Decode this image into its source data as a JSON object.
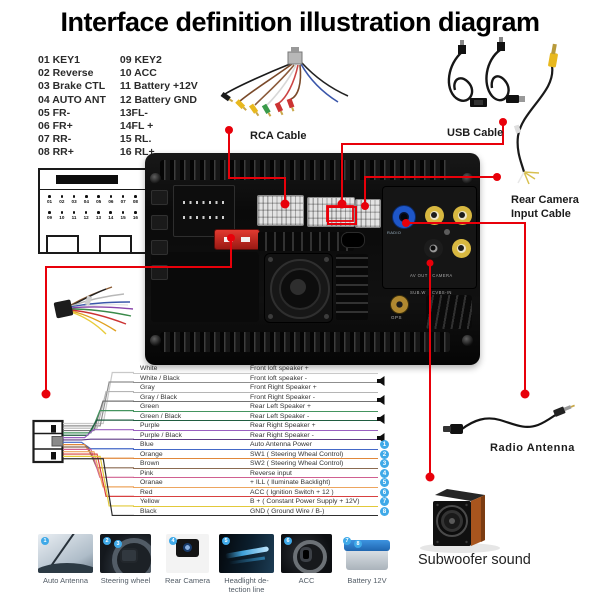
{
  "title": "Interface definition illustration diagram",
  "pin_list": {
    "left": [
      "01 KEY1",
      "02 Reverse",
      "03 Brake CTL",
      "04 AUTO ANT",
      "05 FR-",
      "06 FR+",
      "07 RR-",
      "08 RR+"
    ],
    "right": [
      "09 KEY2",
      "10 ACC",
      "11 Battery +12V",
      "12 Battery GND",
      "13FL-",
      "14FL +",
      "15 RL.",
      "16 RL+"
    ]
  },
  "iso_connector": {
    "row1": [
      "01",
      "02",
      "03",
      "04",
      "05",
      "06",
      "07",
      "08"
    ],
    "row2": [
      "09",
      "10",
      "11",
      "12",
      "13",
      "14",
      "15",
      "16"
    ]
  },
  "cables": {
    "rca_label": "RCA Cable",
    "usb_label": "USB Cable",
    "rear_camera_label_line1": "Rear Camera",
    "rear_camera_label_line2": "Input Cable",
    "radio_antenna_label": "Radio Antenna",
    "subwoofer_label": "Subwoofer sound"
  },
  "unit": {
    "radio_jack_label": "RADIO",
    "jack_text_line1": "AV OUT   CAMERA",
    "jack_text_line2": "SUB.W    CVBS-IN",
    "gps_label": "GPS"
  },
  "wires": [
    {
      "name": "White",
      "function": "Front loft speaker +",
      "color": "#c9c9c9",
      "tail": "none"
    },
    {
      "name": "White / Black",
      "function": "Front loft speaker -",
      "color": "#8f8f8f",
      "tail": "speaker"
    },
    {
      "name": "Gray",
      "function": "Front Right Speaker +",
      "color": "#b5b5b5",
      "tail": "none"
    },
    {
      "name": "Gray / Black",
      "function": "Front Right Speaker -",
      "color": "#737373",
      "tail": "speaker"
    },
    {
      "name": "Green",
      "function": "Rear Left Speaker +",
      "color": "#44945f",
      "tail": "none"
    },
    {
      "name": "Green / Black",
      "function": "Rear Left Speaker -",
      "color": "#1f5c40",
      "tail": "speaker"
    },
    {
      "name": "Purple",
      "function": "Rear Right Speaker +",
      "color": "#9a5fc0",
      "tail": "none"
    },
    {
      "name": "Purple / Black",
      "function": "Rear Right Speaker -",
      "color": "#5e3a85",
      "tail": "speaker"
    },
    {
      "name": "Blue",
      "function": "Auto Antenna Power",
      "color": "#4468c8",
      "tail": "badge",
      "badge": "1"
    },
    {
      "name": "Orange",
      "function": "SW1 ( Steering Wheal Control)",
      "color": "#e0873a",
      "tail": "badge",
      "badge": "2"
    },
    {
      "name": "Brown",
      "function": "SW2 ( Steering Wheal Control)",
      "color": "#8a6a50",
      "tail": "badge",
      "badge": "3"
    },
    {
      "name": "Pink",
      "function": "Reverse input",
      "color": "#d06090",
      "tail": "badge",
      "badge": "4"
    },
    {
      "name": "Oranae",
      "function": "+ ILL ( Iluminate Backlight)",
      "color": "#eda55e",
      "tail": "badge",
      "badge": "5"
    },
    {
      "name": "Red",
      "function": "ACC ( Ignition Switch + 12 )",
      "color": "#d84040",
      "tail": "badge",
      "badge": "6"
    },
    {
      "name": "Yellow",
      "function": "B + ( Constant Power Supply + 12V)",
      "color": "#e2c93a",
      "tail": "badge",
      "badge": "7"
    },
    {
      "name": "Black",
      "function": "GND ( Ground Wire / B-)",
      "color": "#2e2e2e",
      "tail": "badge",
      "badge": "8"
    }
  ],
  "thumbnails": [
    {
      "kind": "auto-antenna",
      "label_lines": [
        "Auto Antenna"
      ],
      "badges": [
        "1"
      ]
    },
    {
      "kind": "steering-wheel",
      "label_lines": [
        "Steering wheel"
      ],
      "badges": [
        "2",
        "3"
      ]
    },
    {
      "kind": "rear-camera",
      "label_lines": [
        "Rear Camera"
      ],
      "badges": [
        "4"
      ]
    },
    {
      "kind": "headlight",
      "label_lines": [
        "Headlight de-",
        "tection line"
      ],
      "badges": [
        "5"
      ]
    },
    {
      "kind": "acc",
      "label_lines": [
        "ACC"
      ],
      "badges": [
        "6"
      ]
    },
    {
      "kind": "battery",
      "label_lines": [
        "Battery 12V"
      ],
      "badges": [
        "7",
        "8"
      ]
    }
  ],
  "colors": {
    "accent_red": "#e8000a",
    "badge_blue": "#3fa9e8"
  }
}
